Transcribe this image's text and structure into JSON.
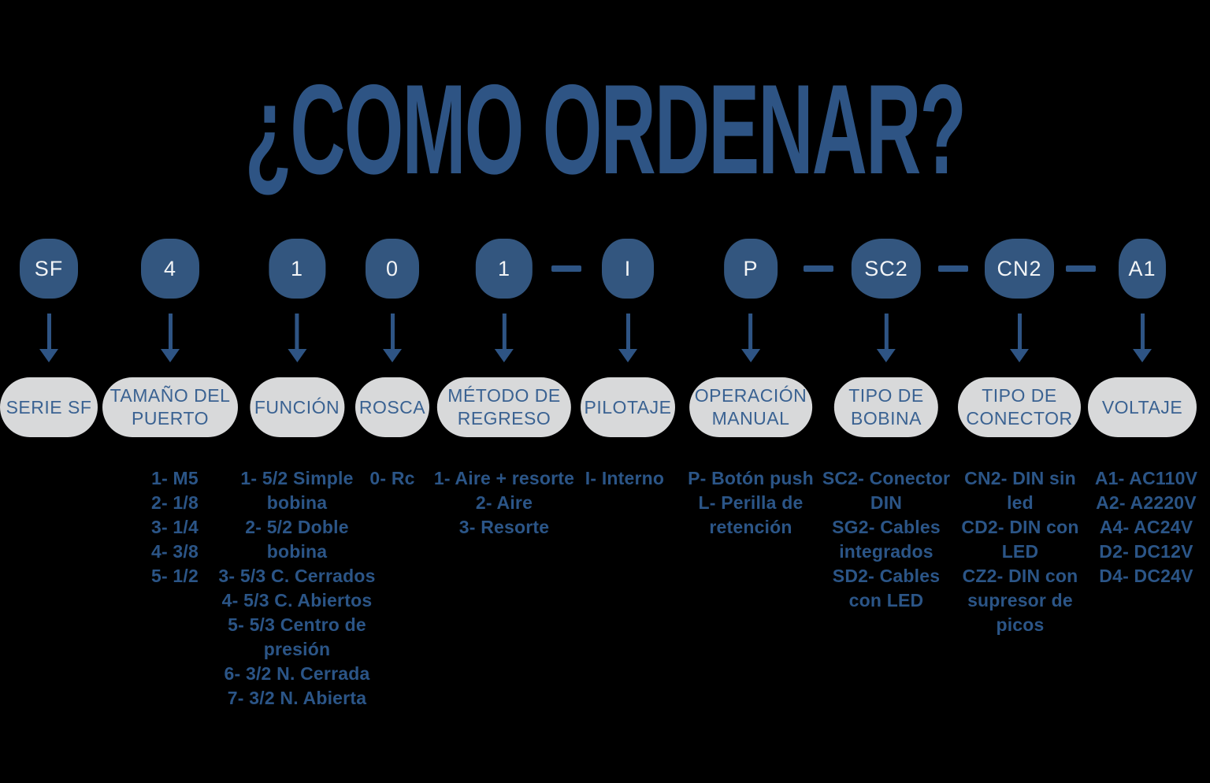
{
  "title": "¿COMO ORDENAR?",
  "colors": {
    "background": "#000000",
    "primary_blue": "#2E5484",
    "circle_fill": "#33567F",
    "circle_text": "#F2F4F6",
    "pill_fill": "#D8D9DA",
    "pill_text": "#3A6292",
    "option_text": "#2B5587"
  },
  "columns": [
    {
      "code": "SF",
      "label": "SERIE SF",
      "options": []
    },
    {
      "code": "4",
      "label": "TAMAÑO DEL\nPUERTO",
      "options": [
        "1- M5",
        "2- 1/8",
        "3- 1/4",
        "4- 3/8",
        "5- 1/2"
      ]
    },
    {
      "code": "1",
      "label": "FUNCIÓN",
      "options": [
        "1- 5/2 Simple\nbobina",
        "2- 5/2 Doble\nbobina",
        "3- 5/3 C. Cerrados",
        "4- 5/3 C. Abiertos",
        "5- 5/3 Centro de\npresión",
        "6- 3/2 N. Cerrada",
        "7- 3/2 N. Abierta"
      ]
    },
    {
      "code": "0",
      "label": "ROSCA",
      "options": [
        "0- Rc"
      ]
    },
    {
      "code": "1",
      "label": "MÉTODO DE\nREGRESO",
      "options": [
        "1- Aire + resorte",
        "2- Aire",
        "3- Resorte"
      ],
      "dash_after": true
    },
    {
      "code": "I",
      "label": "PILOTAJE",
      "options": [
        "I- Interno"
      ]
    },
    {
      "code": "P",
      "label": "OPERACIÓN\nMANUAL",
      "options": [
        "P- Botón push",
        "L- Perilla de\nretención"
      ],
      "dash_after": true
    },
    {
      "code": "SC2",
      "label": "TIPO DE\nBOBINA",
      "options": [
        "SC2- Conector\nDIN",
        "SG2- Cables\nintegrados",
        "SD2- Cables\ncon LED"
      ],
      "dash_after": true
    },
    {
      "code": "CN2",
      "label": "TIPO DE\nCONECTOR",
      "options": [
        "CN2- DIN sin\nled",
        "CD2- DIN con\nLED",
        "CZ2- DIN con\nsupresor de\npicos"
      ],
      "dash_after": true
    },
    {
      "code": "A1",
      "label": "VOLTAJE",
      "options": [
        "A1- AC110V",
        "A2- A2220V",
        "A4- AC24V",
        "D2- DC12V",
        "D4- DC24V"
      ]
    }
  ]
}
